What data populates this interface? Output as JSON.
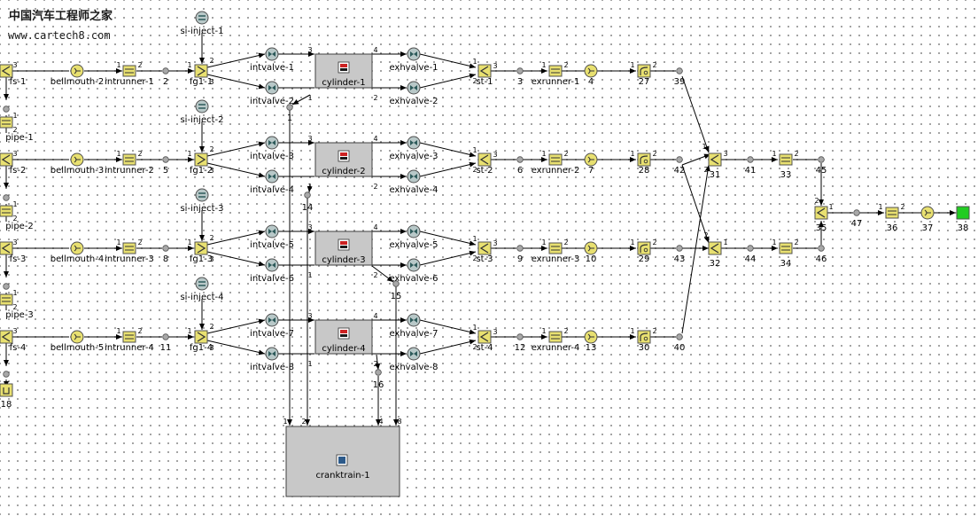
{
  "watermark": {
    "line1": "中国汽车工程师之家",
    "line2": "www.cartech8.com"
  },
  "colors": {
    "yellow": "#e8e070",
    "border": "#505050",
    "gray_box": "#c8c8c8",
    "valve": "#b8c8c8",
    "line": "#000000",
    "green": "#22cc22"
  },
  "blocks": {
    "fs1": "fs-1",
    "fs2": "fs-2",
    "fs3": "fs-3",
    "fs4": "fs-4",
    "pipe1": "pipe-1",
    "pipe2": "pipe-2",
    "pipe3": "pipe-3",
    "bm2": "bellmouth-2",
    "bm3": "bellmouth-3",
    "bm4": "bellmouth-4",
    "bm5": "bellmouth-5",
    "ir1": "intrunner-1",
    "ir2": "intrunner-2",
    "ir3": "intrunner-3",
    "ir4": "intrunner-4",
    "fg1": "fg1-1",
    "fg2": "fg1-2",
    "fg3": "fg1-3",
    "fg4": "fg1-4",
    "si1": "si-inject-1",
    "si2": "si-inject-2",
    "si3": "si-inject-3",
    "si4": "si-inject-4",
    "iv1": "intvalve-1",
    "iv2": "intvalve-2",
    "iv3": "intvalve-3",
    "iv4": "intvalve-4",
    "iv5": "intvalve-5",
    "iv6": "intvalve-6",
    "iv7": "intvalve-7",
    "iv8": "intvalve-8",
    "cyl1": "cylinder-1",
    "cyl2": "cylinder-2",
    "cyl3": "cylinder-3",
    "cyl4": "cylinder-4",
    "ev1": "exhvalve-1",
    "ev2": "exhvalve-2",
    "ev3": "exhvalve-3",
    "ev4": "exhvalve-4",
    "ev5": "exhvalve-5",
    "ev6": "exhvalve-6",
    "ev7": "exhvalve-7",
    "ev8": "exhvalve-8",
    "st1": "st-1",
    "st2": "st-2",
    "st3": "st-3",
    "st4": "st-4",
    "er1": "exrunner-1",
    "er2": "exrunner-2",
    "er3": "exrunner-3",
    "er4": "exrunner-4",
    "crank": "cranktrain-1"
  },
  "nodes": {
    "n1": "1",
    "n2": "2",
    "n3": "3",
    "n4": "4",
    "n5": "5",
    "n6": "6",
    "n7": "7",
    "n8": "8",
    "n9": "9",
    "n10": "10",
    "n11": "11",
    "n12": "12",
    "n13": "13",
    "n14": "14",
    "n15": "15",
    "n16": "16",
    "n18": "18",
    "n27": "27",
    "n28": "28",
    "n29": "29",
    "n30": "30",
    "n31": "31",
    "n32": "32",
    "n33": "33",
    "n34": "34",
    "n35": "35",
    "n36": "36",
    "n37": "37",
    "n38": "38",
    "n39": "39",
    "n40": "40",
    "n41": "41",
    "n42": "42",
    "n43": "43",
    "n44": "44",
    "n45": "45",
    "n46": "46",
    "n47": "47"
  },
  "ports": {
    "p1": "1",
    "p2": "2",
    "p3": "3",
    "p4": "4",
    "p5": "5",
    "p6": "6",
    "p7": "7",
    "p8": "8"
  }
}
